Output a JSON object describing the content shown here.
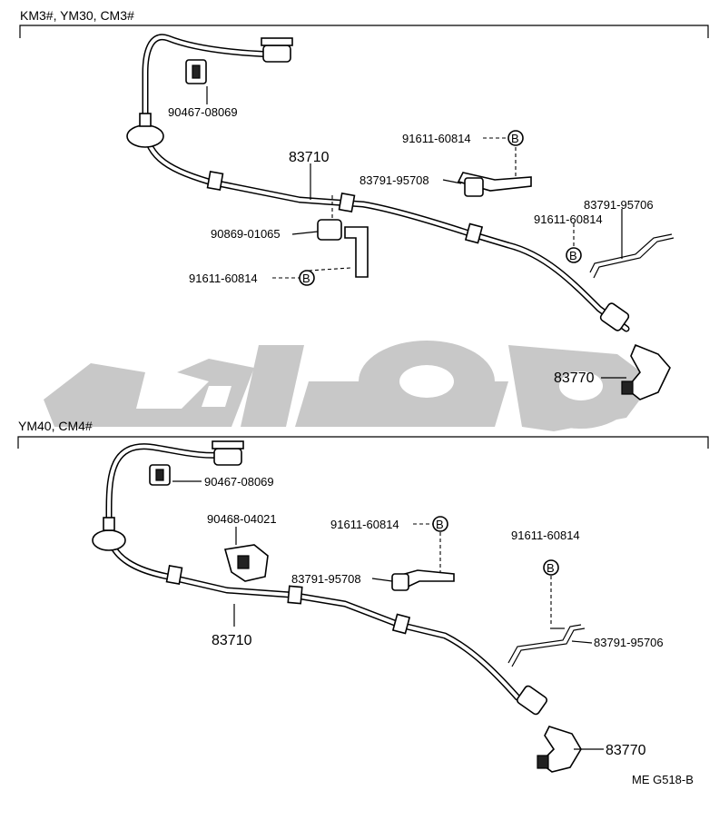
{
  "sections": [
    {
      "title": "KM3#, YM30, CM3#"
    },
    {
      "title": "YM40, CM4#"
    }
  ],
  "top_labels": {
    "p1": "90467-08069",
    "p2": "83710",
    "p3": "91611-60814",
    "p4": "83791-95708",
    "p5": "83791-95706",
    "p6": "91611-60814",
    "p7": "90869-01065",
    "p8": "91611-60814",
    "p9": "83770",
    "b1": "B",
    "b2": "B",
    "b3": "B"
  },
  "bottom_labels": {
    "p1": "90467-08069",
    "p2": "90468-04021",
    "p3": "91611-60814",
    "p4": "91611-60814",
    "p5": "83791-95708",
    "p6": "83710",
    "p7": "83791-95706",
    "p8": "83770",
    "b1": "B",
    "b2": "B"
  },
  "footer": {
    "code": "ME  G518-B"
  },
  "colors": {
    "watermark": "#c8c8c8",
    "ink": "#000000"
  }
}
